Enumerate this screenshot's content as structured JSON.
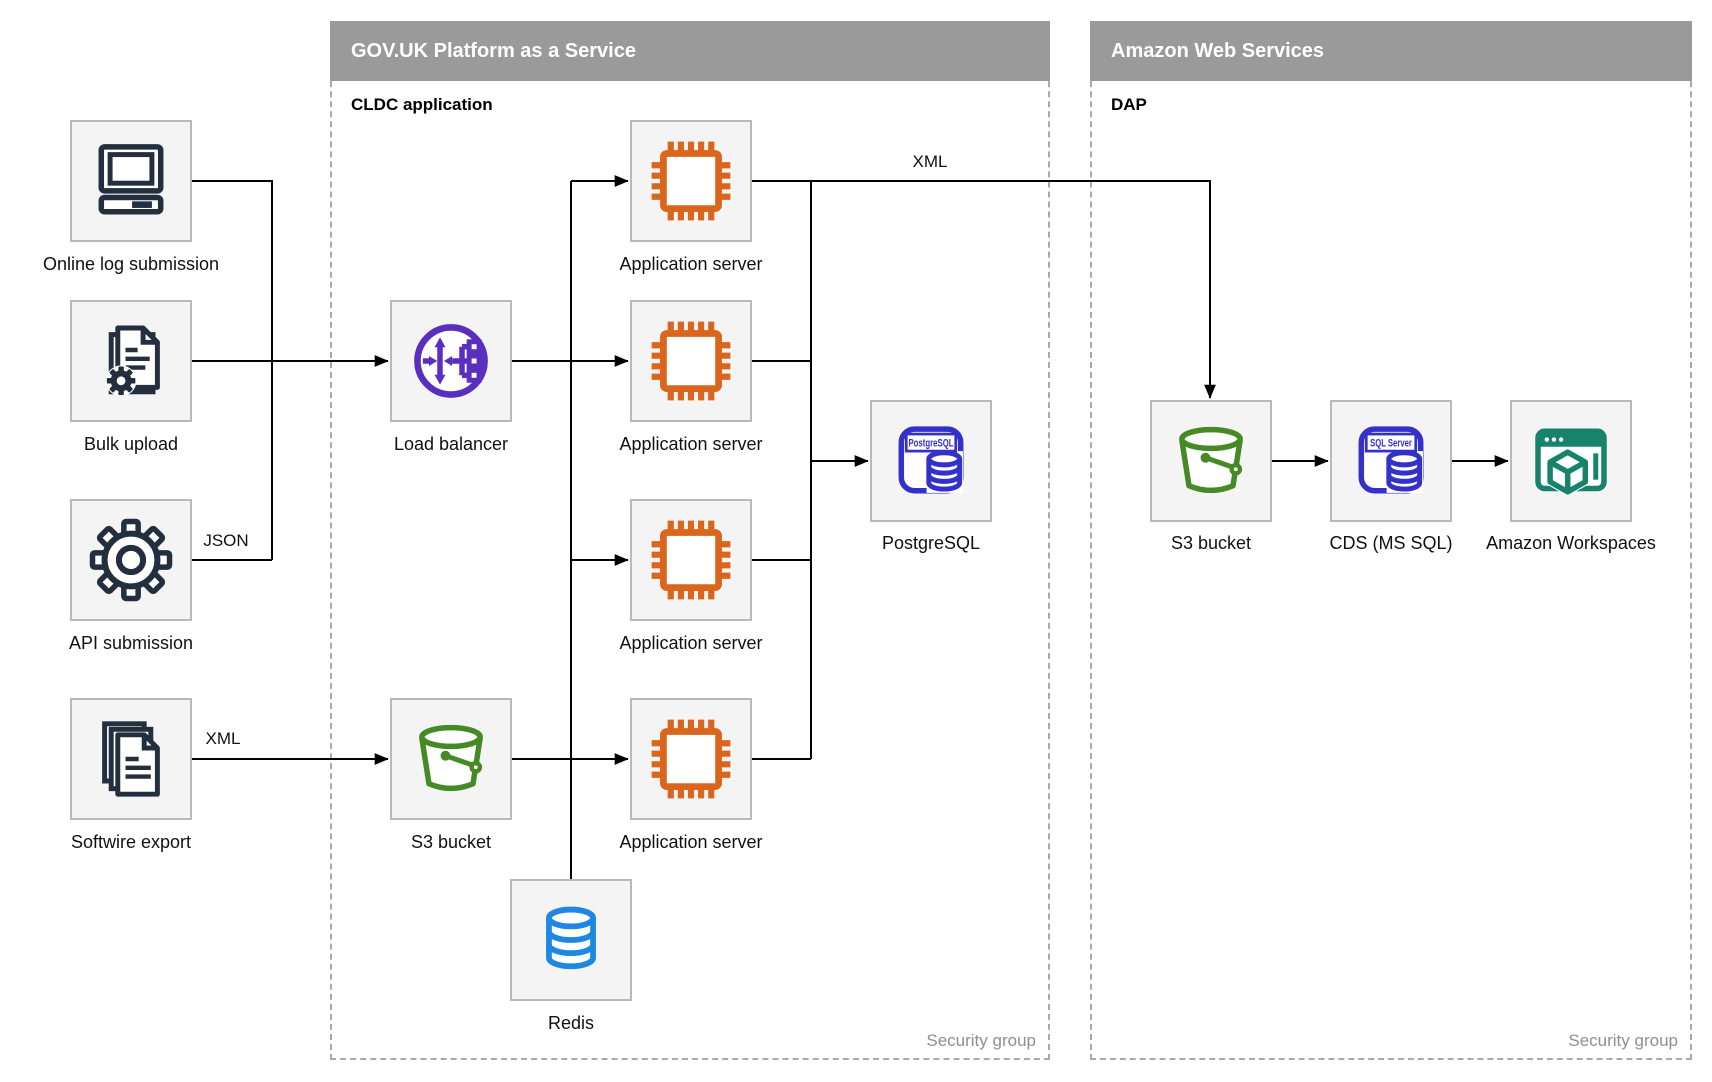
{
  "containers": [
    {
      "id": "paas",
      "title": "GOV.UK Platform as a Service",
      "sublabel": "CLDC application",
      "security_label": "Security group"
    },
    {
      "id": "aws",
      "title": "Amazon Web Services",
      "sublabel": "DAP",
      "security_label": "Security group"
    }
  ],
  "nodes": [
    {
      "label": "Online log submission",
      "icon": "computer-icon"
    },
    {
      "label": "Bulk upload",
      "icon": "document-gear-icon"
    },
    {
      "label": "API submission",
      "icon": "gear-icon"
    },
    {
      "label": "Softwire export",
      "icon": "documents-stack-icon"
    },
    {
      "label": "Load balancer",
      "icon": "load-balancer-icon"
    },
    {
      "label": "S3 bucket",
      "icon": "bucket-icon"
    },
    {
      "label": "Application server",
      "icon": "chip-icon"
    },
    {
      "label": "Application server",
      "icon": "chip-icon"
    },
    {
      "label": "Application server",
      "icon": "chip-icon"
    },
    {
      "label": "Application server",
      "icon": "chip-icon"
    },
    {
      "label": "PostgreSQL",
      "icon": "postgresql-icon",
      "icon_text": "PostgreSQL"
    },
    {
      "label": "Redis",
      "icon": "database-icon"
    },
    {
      "label": "S3 bucket",
      "icon": "bucket-icon"
    },
    {
      "label": "CDS (MS SQL)",
      "icon": "sql-server-icon",
      "icon_text": "SQL Server"
    },
    {
      "label": "Amazon Workspaces",
      "icon": "workspaces-icon"
    }
  ],
  "edge_labels": [
    {
      "text": "JSON"
    },
    {
      "text": "XML"
    },
    {
      "text": "XML"
    }
  ],
  "colors": {
    "header_gray": "#9a9a9a",
    "dashed_border": "#a9a9a9",
    "node_fill": "#f4f4f4",
    "node_border": "#b9b9b9",
    "line": "#000000",
    "navy": "#232f3e",
    "purple": "#5a2fc0",
    "orange": "#d9661c",
    "green": "#458a24",
    "indigo": "#3431c8",
    "blue": "#1e87e3",
    "teal": "#18836b",
    "security_text": "#8f8f8f"
  }
}
